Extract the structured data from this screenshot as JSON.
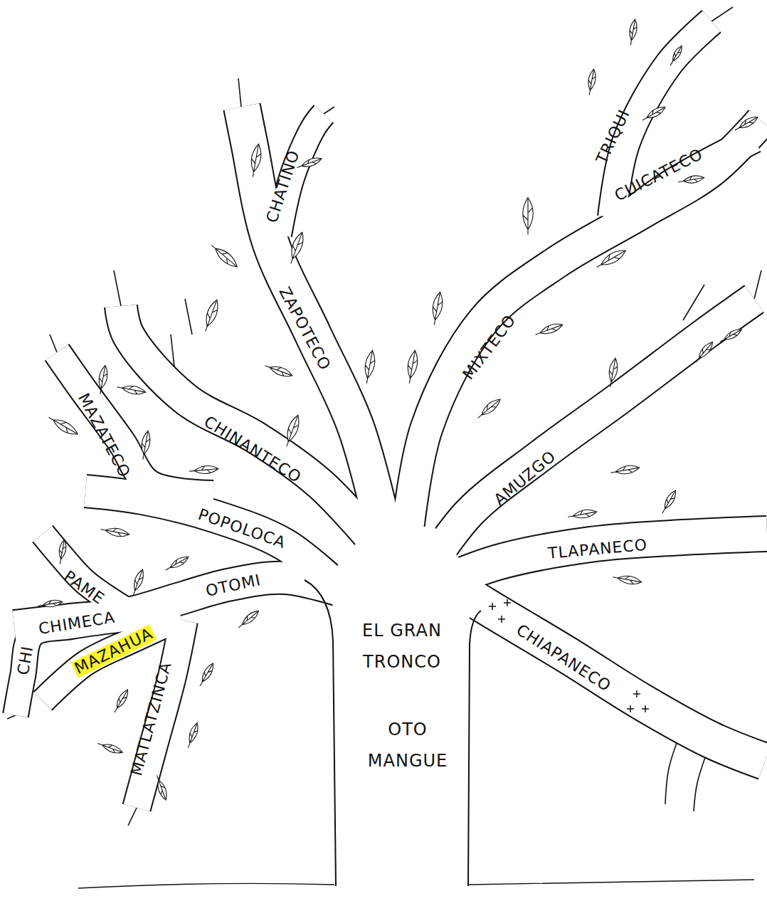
{
  "diagram": {
    "labels": [
      "TRIQUI",
      "CUICATECO",
      "CHATINO",
      "ZAPOTECO",
      "MIXTECO",
      "MAZATECO",
      "CHINANTECO",
      "AMUZGO",
      "POPOLOCA",
      "TLAPANECO",
      "PAME",
      "OTOMI",
      "CHIMECA",
      "CHI",
      "MAZAHUA",
      "EL GRAN TRONCO",
      "OTO MANGUE",
      "MATLATZINCA",
      "CHIAPANECO"
    ]
  }
}
